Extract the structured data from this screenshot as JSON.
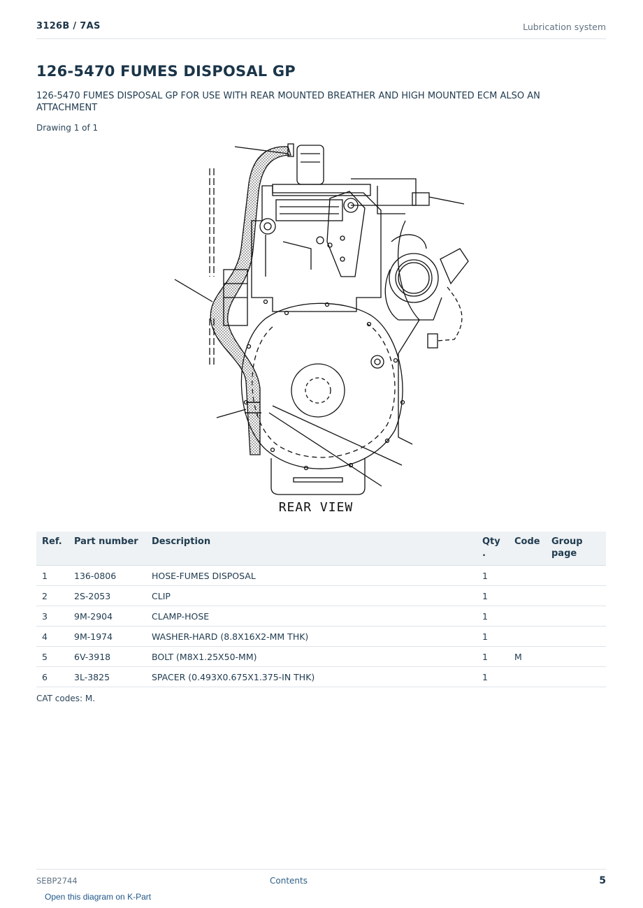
{
  "header": {
    "model": "3126B  /  7AS",
    "section": "Lubrication system"
  },
  "title": "126-5470 FUMES DISPOSAL GP",
  "subtitle": "126-5470 FUMES DISPOSAL GP FOR USE WITH REAR MOUNTED BREATHER AND HIGH MOUNTED ECM ALSO AN ATTACHMENT",
  "drawing_label": "Drawing 1 of 1",
  "diagram": {
    "caption": "REAR VIEW"
  },
  "table": {
    "headers": {
      "ref": "Ref.",
      "part_number": "Part number",
      "description": "Description",
      "qty": "Qty .",
      "code": "Code",
      "group_page": "Group page"
    },
    "rows": [
      {
        "ref": "1",
        "part_number": "136-0806",
        "description": "HOSE-FUMES DISPOSAL",
        "qty": "1",
        "code": "",
        "group_page": ""
      },
      {
        "ref": "2",
        "part_number": "2S-2053",
        "description": "CLIP",
        "qty": "1",
        "code": "",
        "group_page": ""
      },
      {
        "ref": "3",
        "part_number": "9M-2904",
        "description": "CLAMP-HOSE",
        "qty": "1",
        "code": "",
        "group_page": ""
      },
      {
        "ref": "4",
        "part_number": "9M-1974",
        "description": "WASHER-HARD (8.8X16X2-MM THK)",
        "qty": "1",
        "code": "",
        "group_page": ""
      },
      {
        "ref": "5",
        "part_number": "6V-3918",
        "description": "BOLT (M8X1.25X50-MM)",
        "qty": "1",
        "code": "M",
        "group_page": ""
      },
      {
        "ref": "6",
        "part_number": "3L-3825",
        "description": "SPACER (0.493X0.675X1.375-IN THK)",
        "qty": "1",
        "code": "",
        "group_page": ""
      }
    ]
  },
  "cat_codes": "CAT codes: M.",
  "footer": {
    "doc_id": "SEBP2744",
    "contents_link": "Contents",
    "page_number": "5",
    "kpart_link": "Open this diagram on K-Part"
  }
}
